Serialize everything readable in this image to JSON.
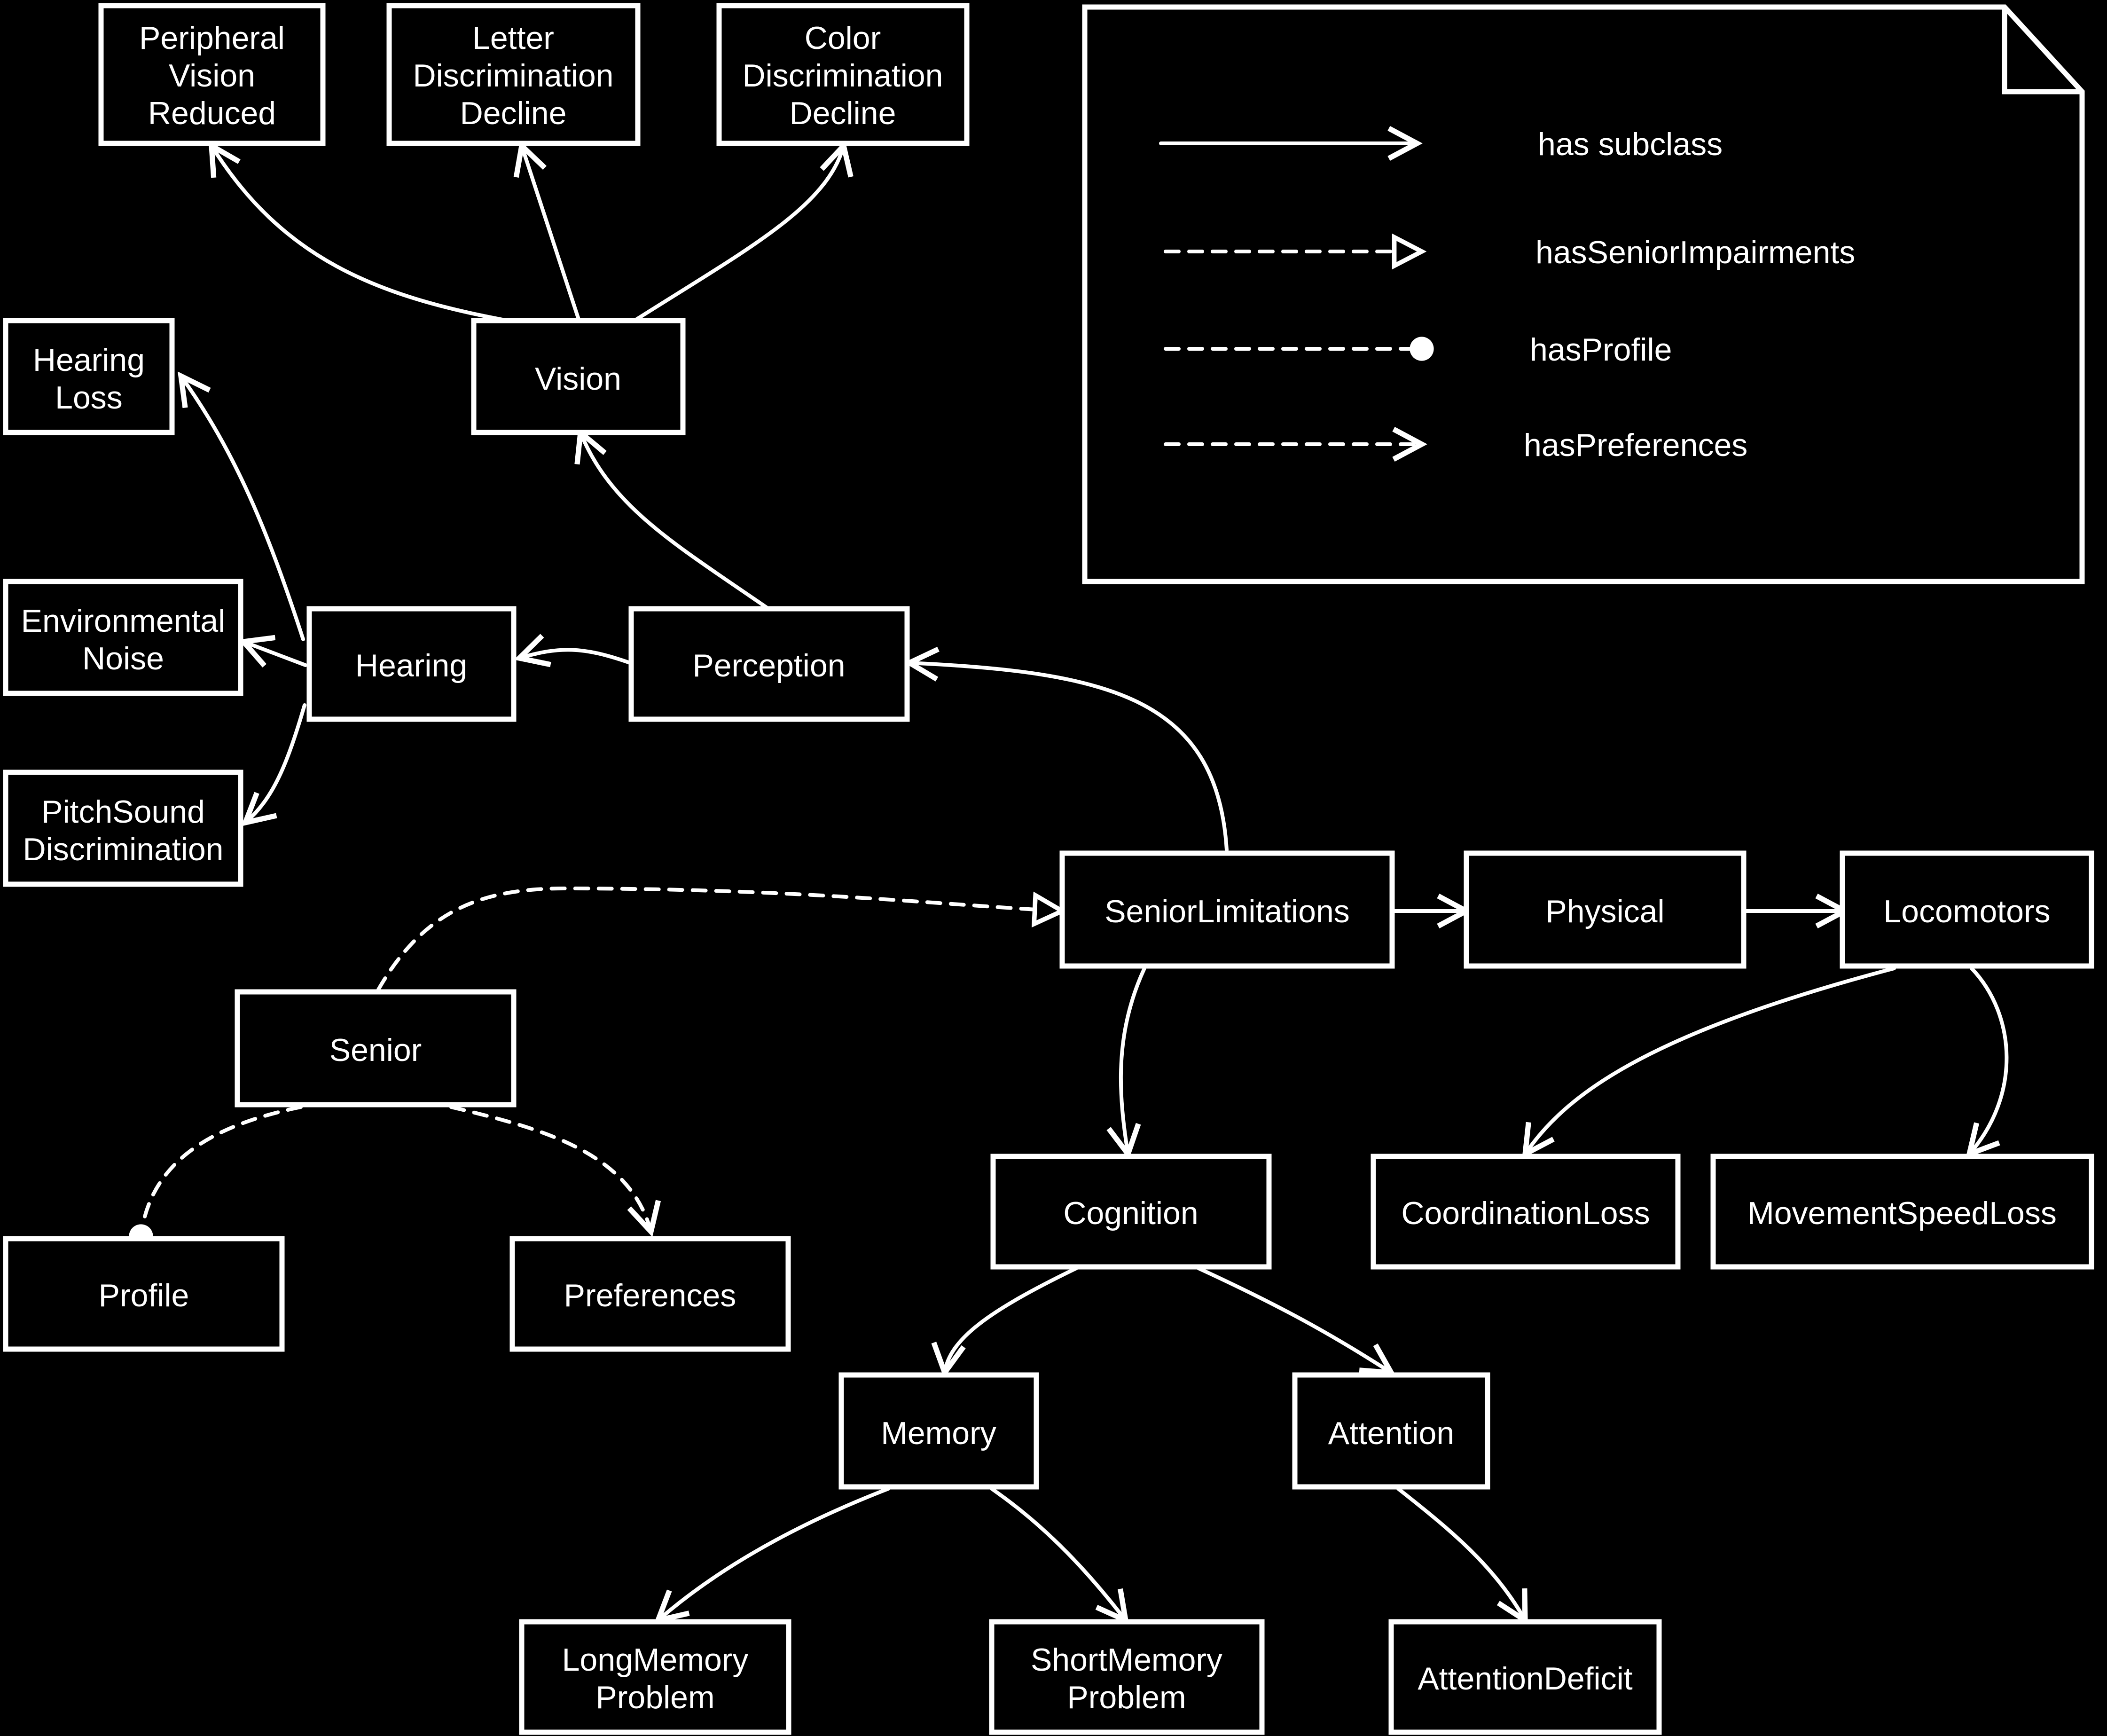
{
  "nodes": {
    "peripheral_vision_reduced": [
      "Peripheral",
      "Vision",
      "Reduced"
    ],
    "letter_discrimination_decline": [
      "Letter",
      "Discrimination",
      "Decline"
    ],
    "color_discrimination_decline": [
      "Color",
      "Discrimination",
      "Decline"
    ],
    "hearing_loss": [
      "Hearing",
      "Loss"
    ],
    "vision": [
      "Vision"
    ],
    "environmental_noise": [
      "Environmental",
      "Noise"
    ],
    "hearing": [
      "Hearing"
    ],
    "perception": [
      "Perception"
    ],
    "pitch_sound_discrimination": [
      "PitchSound",
      "Discrimination"
    ],
    "senior_limitations": [
      "SeniorLimitations"
    ],
    "physical": [
      "Physical"
    ],
    "locomotors": [
      "Locomotors"
    ],
    "senior": [
      "Senior"
    ],
    "cognition": [
      "Cognition"
    ],
    "coordination_loss": [
      "CoordinationLoss"
    ],
    "movement_speed_loss": [
      "MovementSpeedLoss"
    ],
    "profile": [
      "Profile"
    ],
    "preferences": [
      "Preferences"
    ],
    "memory": [
      "Memory"
    ],
    "attention": [
      "Attention"
    ],
    "long_memory_problem": [
      "LongMemory",
      "Problem"
    ],
    "short_memory_problem": [
      "ShortMemory",
      "Problem"
    ],
    "attention_deficit": [
      "AttentionDeficit"
    ]
  },
  "legend": {
    "has_subclass": "has subclass",
    "has_senior_impairments": "hasSeniorImpairments",
    "has_profile": "hasProfile",
    "has_preferences": "hasPreferences"
  },
  "edges": [
    {
      "from": "vision",
      "to": "peripheral_vision_reduced",
      "relation": "has_subclass"
    },
    {
      "from": "vision",
      "to": "letter_discrimination_decline",
      "relation": "has_subclass"
    },
    {
      "from": "vision",
      "to": "color_discrimination_decline",
      "relation": "has_subclass"
    },
    {
      "from": "perception",
      "to": "vision",
      "relation": "has_subclass"
    },
    {
      "from": "perception",
      "to": "hearing",
      "relation": "has_subclass"
    },
    {
      "from": "hearing",
      "to": "hearing_loss",
      "relation": "has_subclass"
    },
    {
      "from": "hearing",
      "to": "environmental_noise",
      "relation": "has_subclass"
    },
    {
      "from": "hearing",
      "to": "pitch_sound_discrimination",
      "relation": "has_subclass"
    },
    {
      "from": "senior_limitations",
      "to": "perception",
      "relation": "has_subclass"
    },
    {
      "from": "senior_limitations",
      "to": "physical",
      "relation": "has_subclass"
    },
    {
      "from": "physical",
      "to": "locomotors",
      "relation": "has_subclass"
    },
    {
      "from": "senior_limitations",
      "to": "cognition",
      "relation": "has_subclass"
    },
    {
      "from": "locomotors",
      "to": "coordination_loss",
      "relation": "has_subclass"
    },
    {
      "from": "locomotors",
      "to": "movement_speed_loss",
      "relation": "has_subclass"
    },
    {
      "from": "cognition",
      "to": "memory",
      "relation": "has_subclass"
    },
    {
      "from": "cognition",
      "to": "attention",
      "relation": "has_subclass"
    },
    {
      "from": "memory",
      "to": "long_memory_problem",
      "relation": "has_subclass"
    },
    {
      "from": "memory",
      "to": "short_memory_problem",
      "relation": "has_subclass"
    },
    {
      "from": "attention",
      "to": "attention_deficit",
      "relation": "has_subclass"
    },
    {
      "from": "senior",
      "to": "senior_limitations",
      "relation": "has_senior_impairments"
    },
    {
      "from": "senior",
      "to": "profile",
      "relation": "has_profile"
    },
    {
      "from": "senior",
      "to": "preferences",
      "relation": "has_preferences"
    }
  ]
}
